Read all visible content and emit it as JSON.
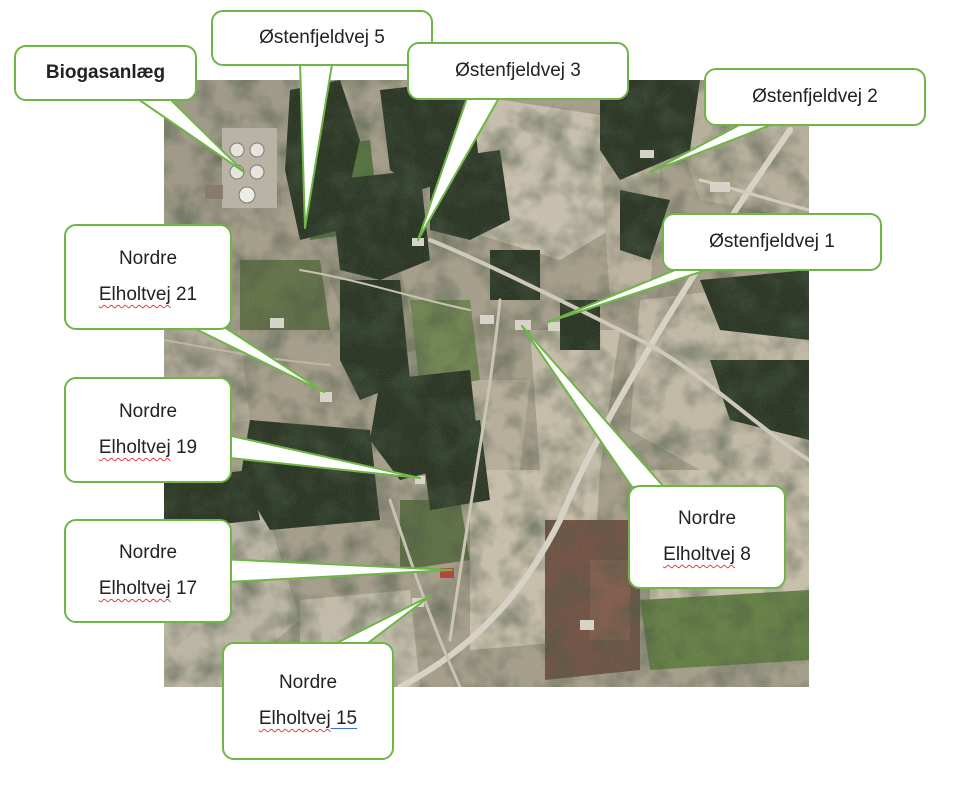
{
  "map": {
    "type": "satellite-aerial",
    "colors": {
      "callout_border": "#6fb548",
      "field_light": "#c9c0ac",
      "field_mid": "#a39b86",
      "forest_dark": "#1e2a17",
      "grass_green": "#4d6b35",
      "road": "#d7d2c6"
    }
  },
  "labels": [
    {
      "id": "biogasanlaeg",
      "lines": [
        "Biogasanlæg"
      ]
    },
    {
      "id": "ostenfjeldvej-5",
      "lines": [
        "Østenfjeldvej 5"
      ]
    },
    {
      "id": "ostenfjeldvej-3",
      "lines": [
        "Østenfjeldvej 3"
      ]
    },
    {
      "id": "ostenfjeldvej-2",
      "lines": [
        "Østenfjeldvej 2"
      ]
    },
    {
      "id": "ostenfjeldvej-1",
      "lines": [
        "Østenfjeldvej 1"
      ]
    },
    {
      "id": "nordre-elholtvej-21",
      "lines": [
        "Nordre",
        "Elholtvej 21"
      ]
    },
    {
      "id": "nordre-elholtvej-19",
      "lines": [
        "Nordre",
        "Elholtvej 19"
      ]
    },
    {
      "id": "nordre-elholtvej-8",
      "lines": [
        "Nordre",
        "Elholtvej 8"
      ]
    },
    {
      "id": "nordre-elholtvej-17",
      "lines": [
        "Nordre",
        "Elholtvej 17"
      ]
    },
    {
      "id": "nordre-elholtvej-15",
      "lines": [
        "Nordre",
        "Elholtvej  15"
      ]
    }
  ]
}
